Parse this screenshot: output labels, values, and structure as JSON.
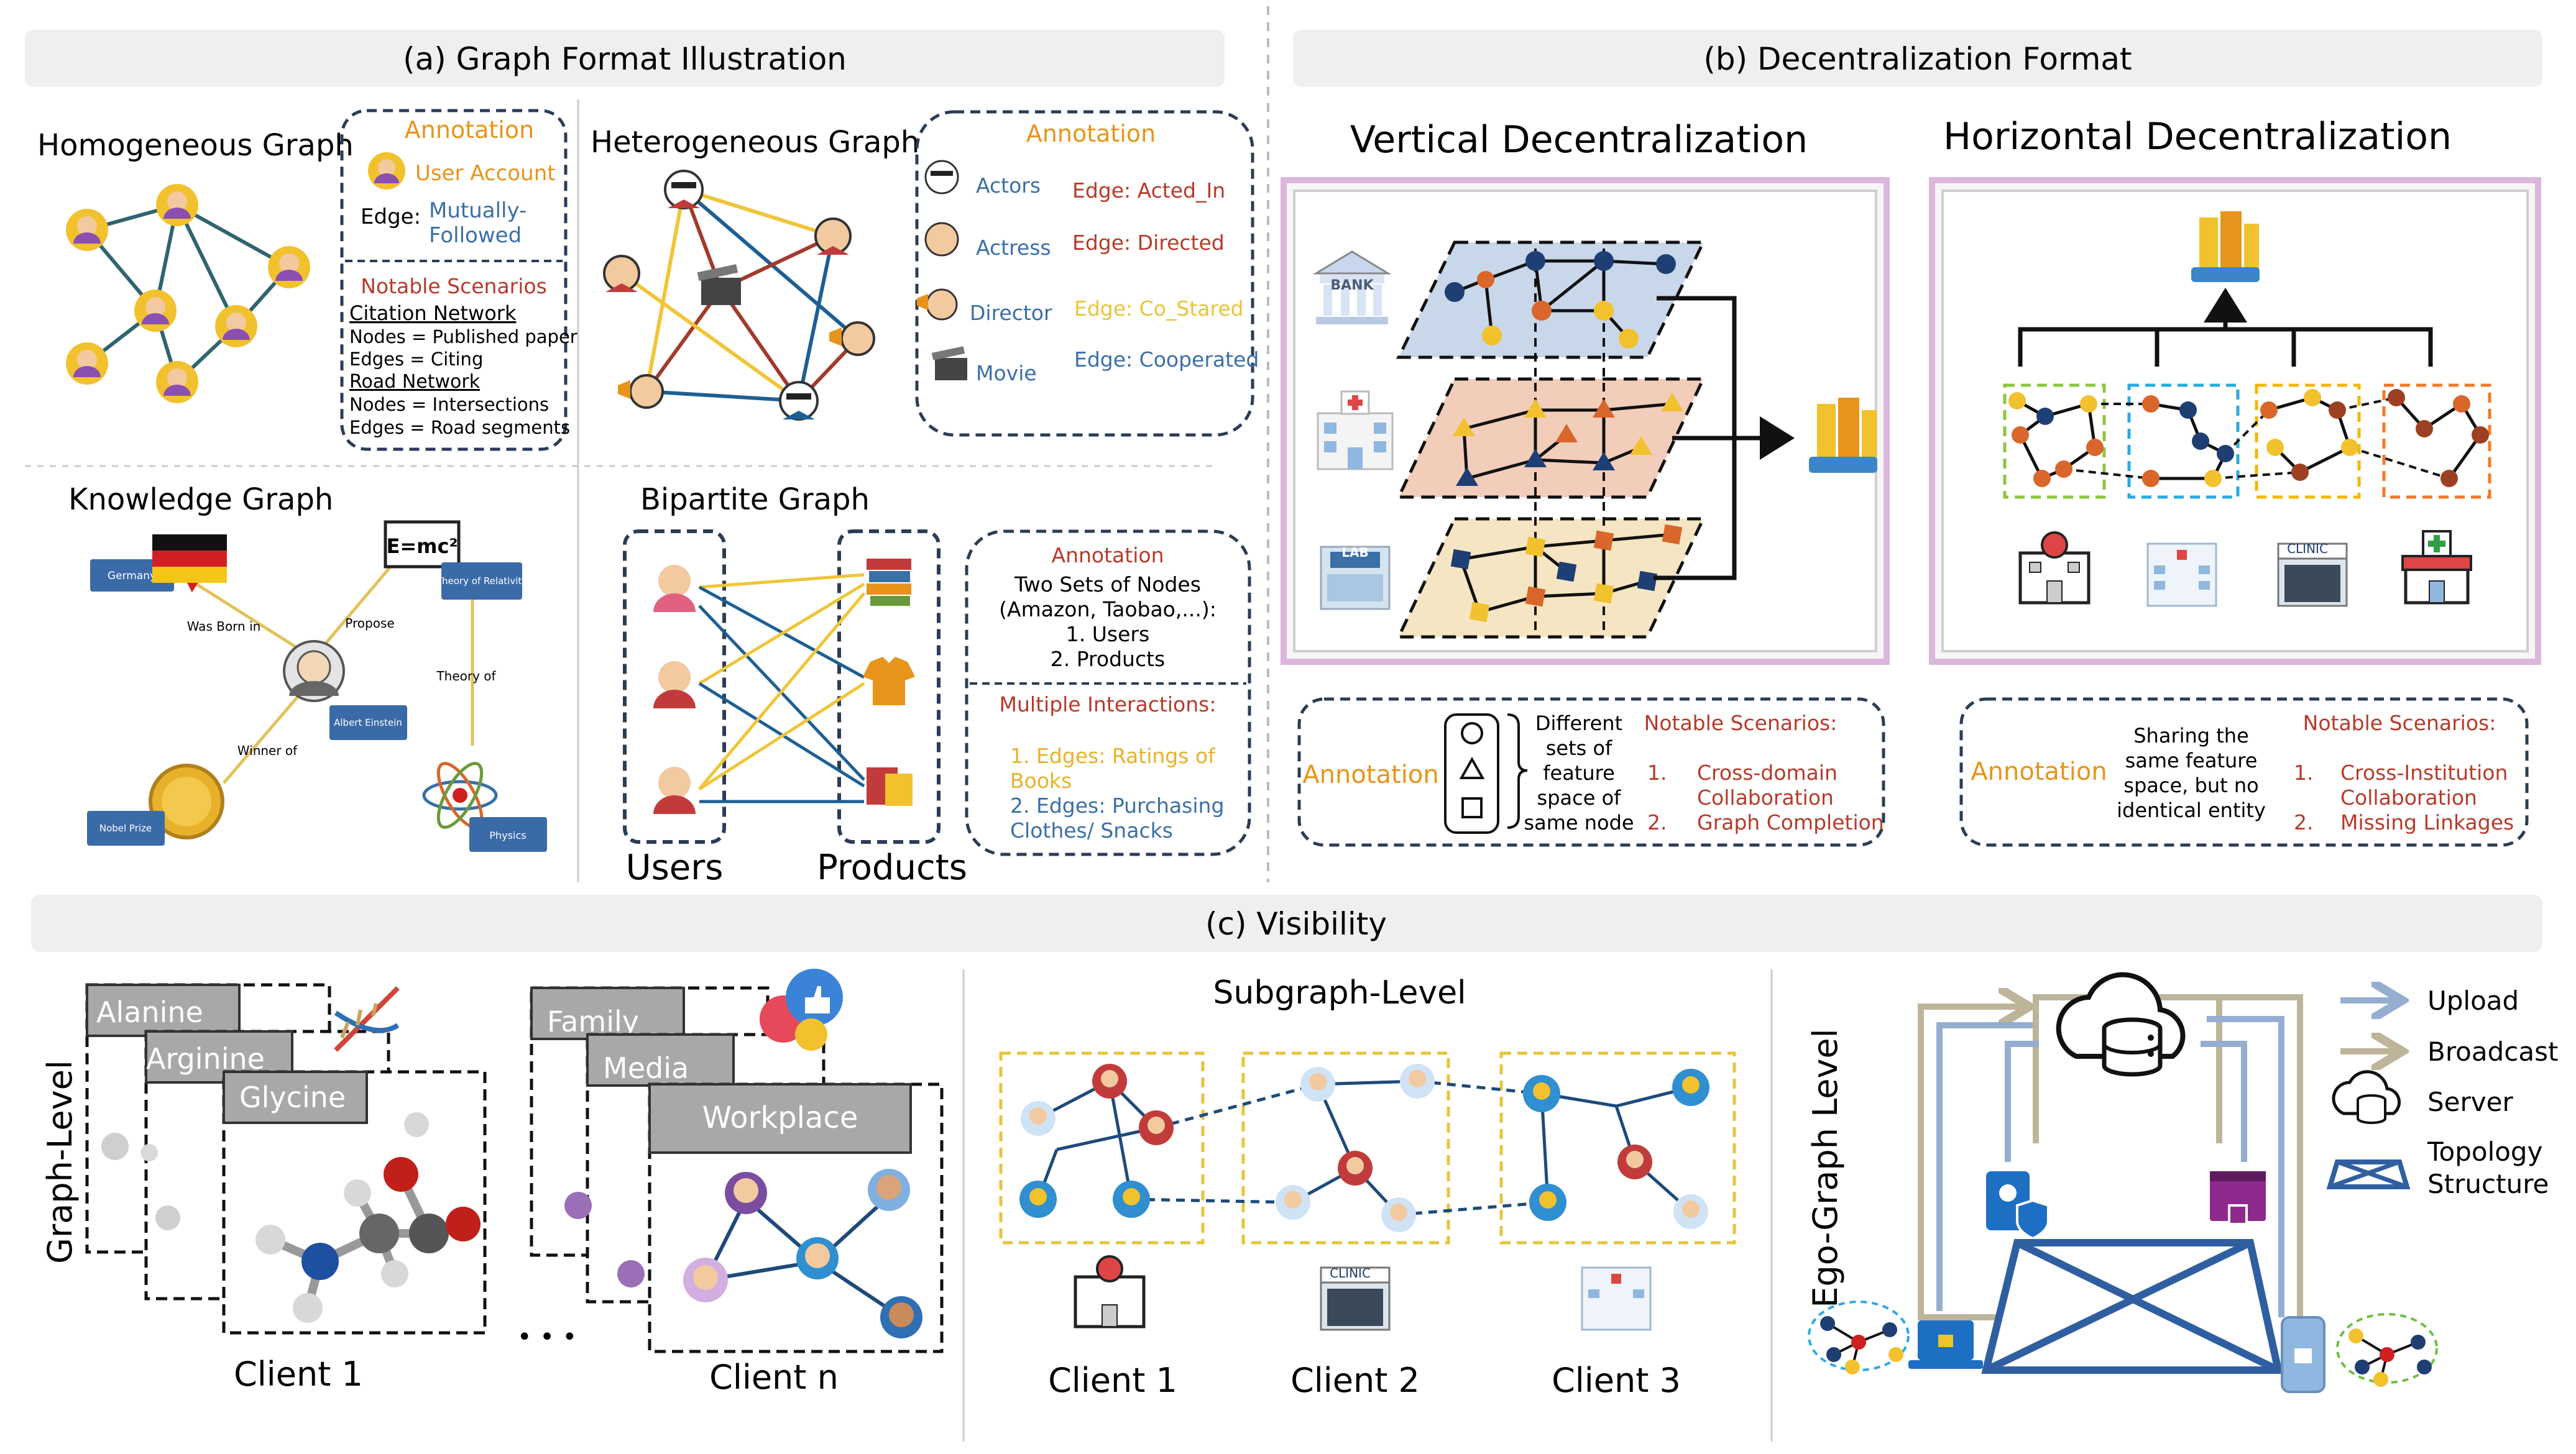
{
  "colors": {
    "header_bg": "#efefef",
    "annotation_orange": "#e8941a",
    "annotation_blue": "#3a6fa8",
    "scenario_red": "#b73a2a",
    "node_yellow": "#f2c12e",
    "node_navy": "#1e3f73",
    "node_orange": "#d9662a",
    "node_brown": "#9c4021",
    "plane_blue": "#c9d7ea",
    "plane_orange": "#f2cdb9",
    "plane_yellow": "#f5e5c2",
    "panel_pink": "#dcb6dc",
    "edge_blue": "#1d5f94",
    "edge_yellow": "#f0c537",
    "edge_red": "#a33a2c",
    "dash_yellow": "#e9c43c",
    "upload_blue": "#95aed0",
    "broadcast_tan": "#bdb49a"
  },
  "headers": {
    "a": "(a) Graph Format Illustration",
    "b": "(b) Decentralization Format",
    "c": "(c) Visibility"
  },
  "homogeneous": {
    "title": "Homogeneous Graph",
    "annotation_title": "Annotation",
    "user_account": "User Account",
    "edge_label": "Edge:",
    "edge_value_1": "Mutually-",
    "edge_value_2": "Followed",
    "scenarios_title": "Notable Scenarios",
    "citation": "Citation Network",
    "citation_nodes": "Nodes = Published paper",
    "citation_edges": "Edges = Citing",
    "road": "Road Network",
    "road_nodes": "Nodes = Intersections",
    "road_edges": "Edges = Road segments"
  },
  "heterogeneous": {
    "title": "Heterogeneous Graph",
    "annotation_title": "Annotation",
    "actors": "Actors",
    "actress": "Actress",
    "director": "Director",
    "movie": "Movie",
    "edge_acted": "Edge:  Acted_In",
    "edge_directed": "Edge:  Directed",
    "edge_costared": "Edge: Co_Stared",
    "edge_cooperated": "Edge: Cooperated"
  },
  "knowledge": {
    "title": "Knowledge Graph",
    "germany": "Germany",
    "theory": "Theory of Relativity",
    "einstein": "Albert Einstein",
    "nobel": "Nobel Prize",
    "physics": "Physics",
    "formula": "E=mc²",
    "was_born_in": "Was Born in",
    "propose": "Propose",
    "theory_of": "Theory of",
    "winner_of": "Winner of"
  },
  "bipartite": {
    "title": "Bipartite Graph",
    "users": "Users",
    "products": "Products",
    "annotation_title": "Annotation",
    "two_sets_1": "Two Sets of Nodes",
    "two_sets_2": "(Amazon, Taobao,...):",
    "two_sets_3": "1. Users",
    "two_sets_4": "2. Products",
    "multi": "Multiple Interactions:",
    "ratings_1": "1. Edges: Ratings of",
    "ratings_2": "Books",
    "purchasing_1": "2. Edges: Purchasing",
    "purchasing_2": "Clothes/ Snacks"
  },
  "vertical": {
    "title": "Vertical Decentralization",
    "bank": "BANK",
    "lab": "LAB",
    "annotation": "Annotation",
    "desc_1": "Different",
    "desc_2": "sets of",
    "desc_3": "feature",
    "desc_4": "space of",
    "desc_5": "same node",
    "scenarios_title": "Notable Scenarios:",
    "s1_num": "1.",
    "s1_a": "Cross-domain",
    "s1_b": "Collaboration",
    "s2_num": "2.",
    "s2_a": "Graph Completion"
  },
  "horizontal": {
    "title": "Horizontal Decentralization",
    "clinic": "CLINIC",
    "annotation": "Annotation",
    "desc_1": "Sharing the",
    "desc_2": "same feature",
    "desc_3": "space, but no",
    "desc_4": "identical entity",
    "scenarios_title": "Notable Scenarios:",
    "s1_num": "1.",
    "s1_a": "Cross-Institution",
    "s1_b": "Collaboration",
    "s2_num": "2.",
    "s2_a": "Missing Linkages"
  },
  "visibility": {
    "graph_level": "Graph-Level",
    "alanine": "Alanine",
    "arginine": "Arginine",
    "glycine": "Glycine",
    "family": "Family",
    "media": "Media",
    "workplace": "Workplace",
    "client_1": "Client 1",
    "client_n": "Client n",
    "dots": "• • •",
    "subgraph_level": "Subgraph-Level",
    "sub_client_1": "Client 1",
    "sub_client_2": "Client 2",
    "sub_client_3": "Client 3",
    "clinic": "CLINIC",
    "ego_level": "Ego-Graph Level",
    "upload": "Upload",
    "broadcast": "Broadcast",
    "server": "Server",
    "topology_1": "Topology",
    "topology_2": "Structure"
  }
}
